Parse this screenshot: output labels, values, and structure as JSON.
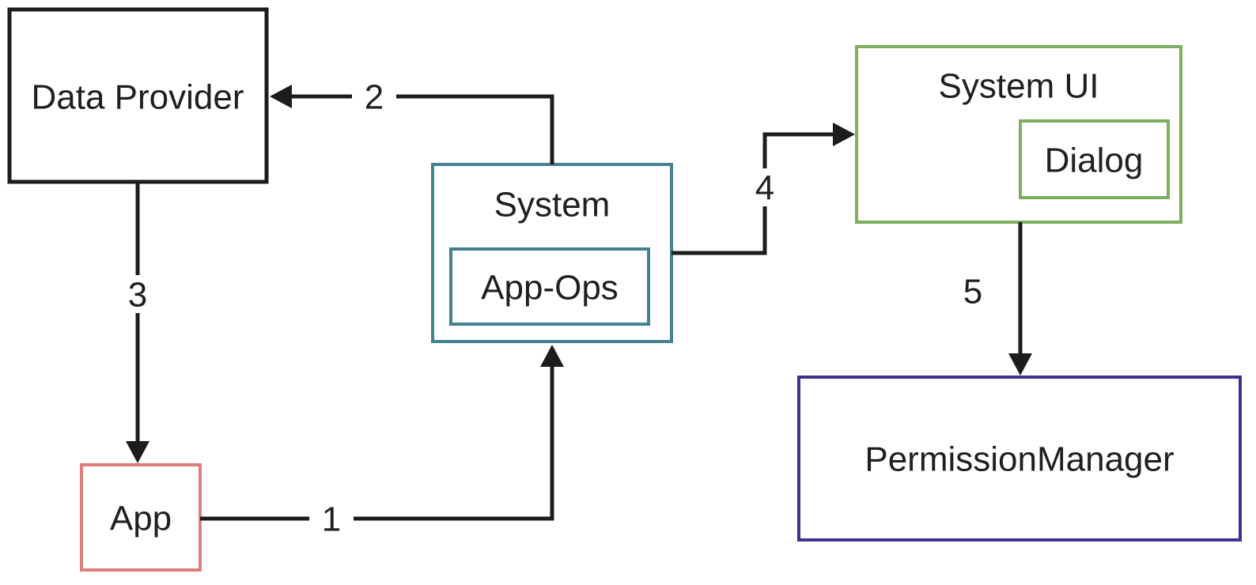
{
  "diagram": {
    "nodes": {
      "data_provider": {
        "label": "Data Provider",
        "border_color": "#1c1c1c"
      },
      "app": {
        "label": "App",
        "border_color": "#dd7e7b"
      },
      "system": {
        "label": "System",
        "border_color": "#45818e"
      },
      "app_ops": {
        "label": "App-Ops",
        "border_color": "#45818e"
      },
      "system_ui": {
        "label": "System UI",
        "border_color": "#7cb05e"
      },
      "dialog": {
        "label": "Dialog",
        "border_color": "#7cb05e"
      },
      "permission_manager": {
        "label": "PermissionManager",
        "border_color": "#3f3191"
      }
    },
    "edges": [
      {
        "label": "1",
        "from": "App",
        "to": "System"
      },
      {
        "label": "2",
        "from": "System",
        "to": "Data Provider"
      },
      {
        "label": "3",
        "from": "Data Provider",
        "to": "App"
      },
      {
        "label": "4",
        "from": "System",
        "to": "System UI"
      },
      {
        "label": "5",
        "from": "System UI",
        "to": "PermissionManager"
      }
    ],
    "colors": {
      "line": "#1c1c1c",
      "text": "#1f1f1f",
      "background": "#ffffff"
    }
  }
}
